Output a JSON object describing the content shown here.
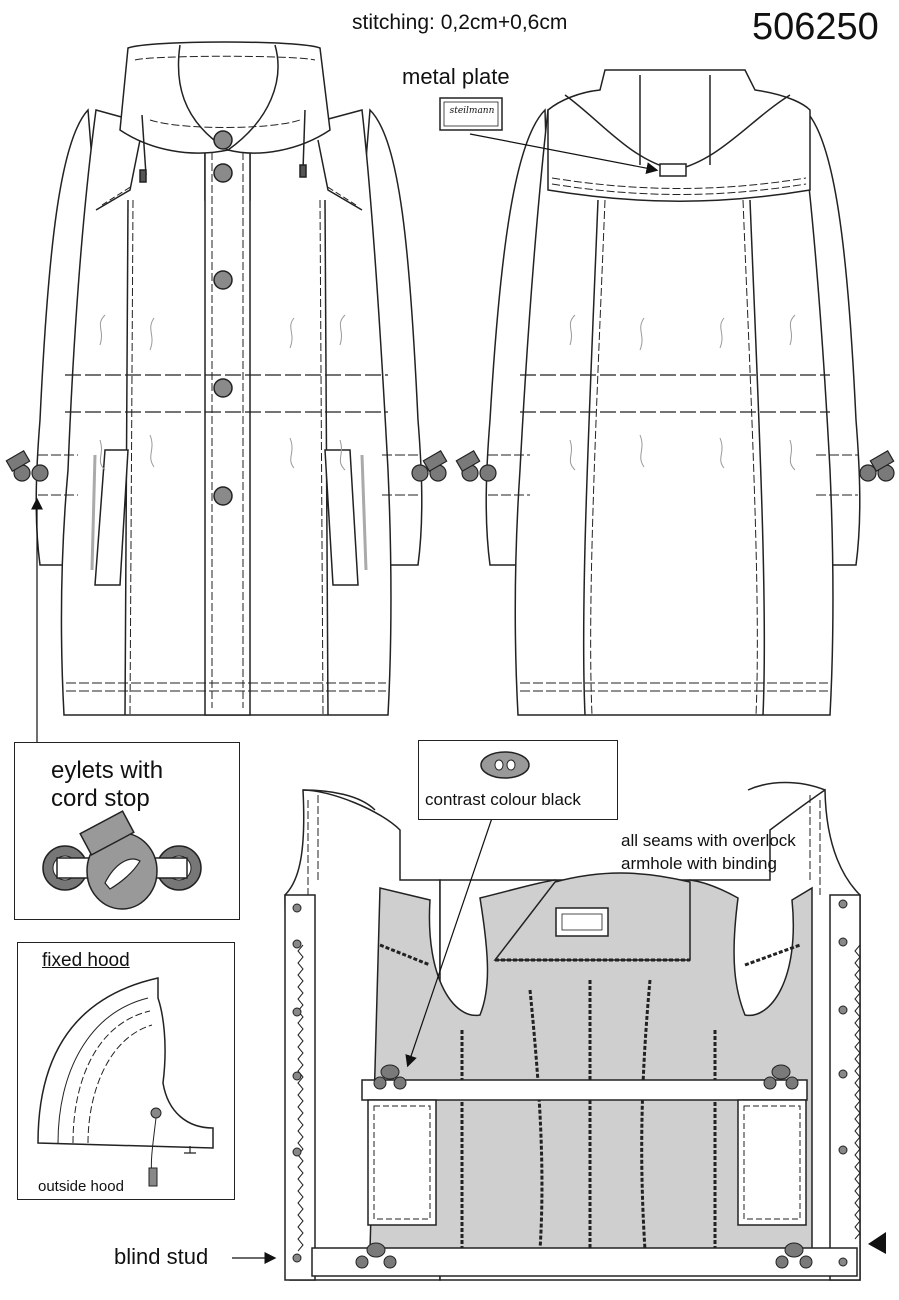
{
  "header": {
    "stitching": "stitching: 0,2cm+0,6cm",
    "style_number": "506250"
  },
  "callouts": {
    "metal_plate": "metal plate",
    "plate_brand": "steilmann",
    "eylets_line1": "eylets with",
    "eylets_line2": "cord stop",
    "contrast_colour": "contrast colour black",
    "seams_line1": "all seams with overlock",
    "seams_line2": "armhole with binding",
    "fixed_hood": "fixed hood",
    "outside_hood": "outside hood",
    "blind_stud": "blind stud"
  },
  "colors": {
    "line": "#222222",
    "lining_fill": "#cfcfcf",
    "button_fill": "#8a8a8a",
    "eyelet_fill": "#7a7a7a"
  }
}
